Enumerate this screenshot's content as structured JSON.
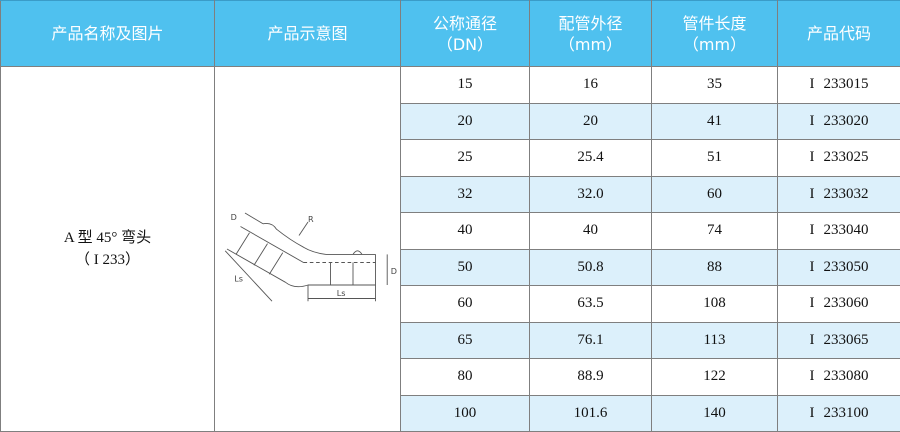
{
  "header": {
    "col_name": "产品名称及图片",
    "col_diagram": "产品示意图",
    "col_dn_line1": "公称通径",
    "col_dn_line2": "（DN）",
    "col_od_line1": "配管外径",
    "col_od_line2": "（mm）",
    "col_len_line1": "管件长度",
    "col_len_line2": "（mm）",
    "col_code": "产品代码"
  },
  "product": {
    "name_line1": "A 型 45° 弯头",
    "name_line2": "（ I 233）"
  },
  "diagram": {
    "label_d_top": "D",
    "label_r": "R",
    "label_ls_left": "Ls",
    "label_ls_bottom": "Ls",
    "label_d_right": "D"
  },
  "colors": {
    "header_bg": "#4fc1ef",
    "alt_row_bg": "#dcf0fb",
    "border": "#7f7f7f"
  },
  "rows": [
    {
      "dn": "15",
      "od": "16",
      "len": "35",
      "prefix": "I",
      "code": "233015"
    },
    {
      "dn": "20",
      "od": "20",
      "len": "41",
      "prefix": "I",
      "code": "233020"
    },
    {
      "dn": "25",
      "od": "25.4",
      "len": "51",
      "prefix": "I",
      "code": "233025"
    },
    {
      "dn": "32",
      "od": "32.0",
      "len": "60",
      "prefix": "I",
      "code": "233032"
    },
    {
      "dn": "40",
      "od": "40",
      "len": "74",
      "prefix": "I",
      "code": "233040"
    },
    {
      "dn": "50",
      "od": "50.8",
      "len": "88",
      "prefix": "I",
      "code": "233050"
    },
    {
      "dn": "60",
      "od": "63.5",
      "len": "108",
      "prefix": "I",
      "code": "233060"
    },
    {
      "dn": "65",
      "od": "76.1",
      "len": "113",
      "prefix": "I",
      "code": "233065"
    },
    {
      "dn": "80",
      "od": "88.9",
      "len": "122",
      "prefix": "I",
      "code": "233080"
    },
    {
      "dn": "100",
      "od": "101.6",
      "len": "140",
      "prefix": "I",
      "code": "233100"
    }
  ]
}
